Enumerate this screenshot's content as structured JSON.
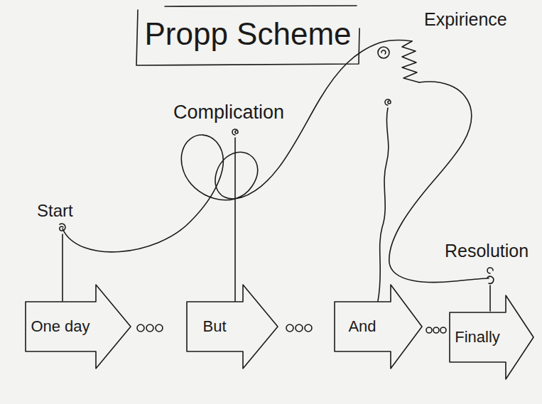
{
  "diagram": {
    "title": "Propp Scheme",
    "nodes": [
      {
        "text": [
          "One day"
        ]
      },
      {
        "text": [
          "But"
        ]
      },
      {
        "text": [
          "And"
        ]
      },
      {
        "text": [
          "Finally"
        ]
      }
    ],
    "labels": [
      "Start",
      "Complication",
      "Expirience",
      "Resolution"
    ]
  }
}
